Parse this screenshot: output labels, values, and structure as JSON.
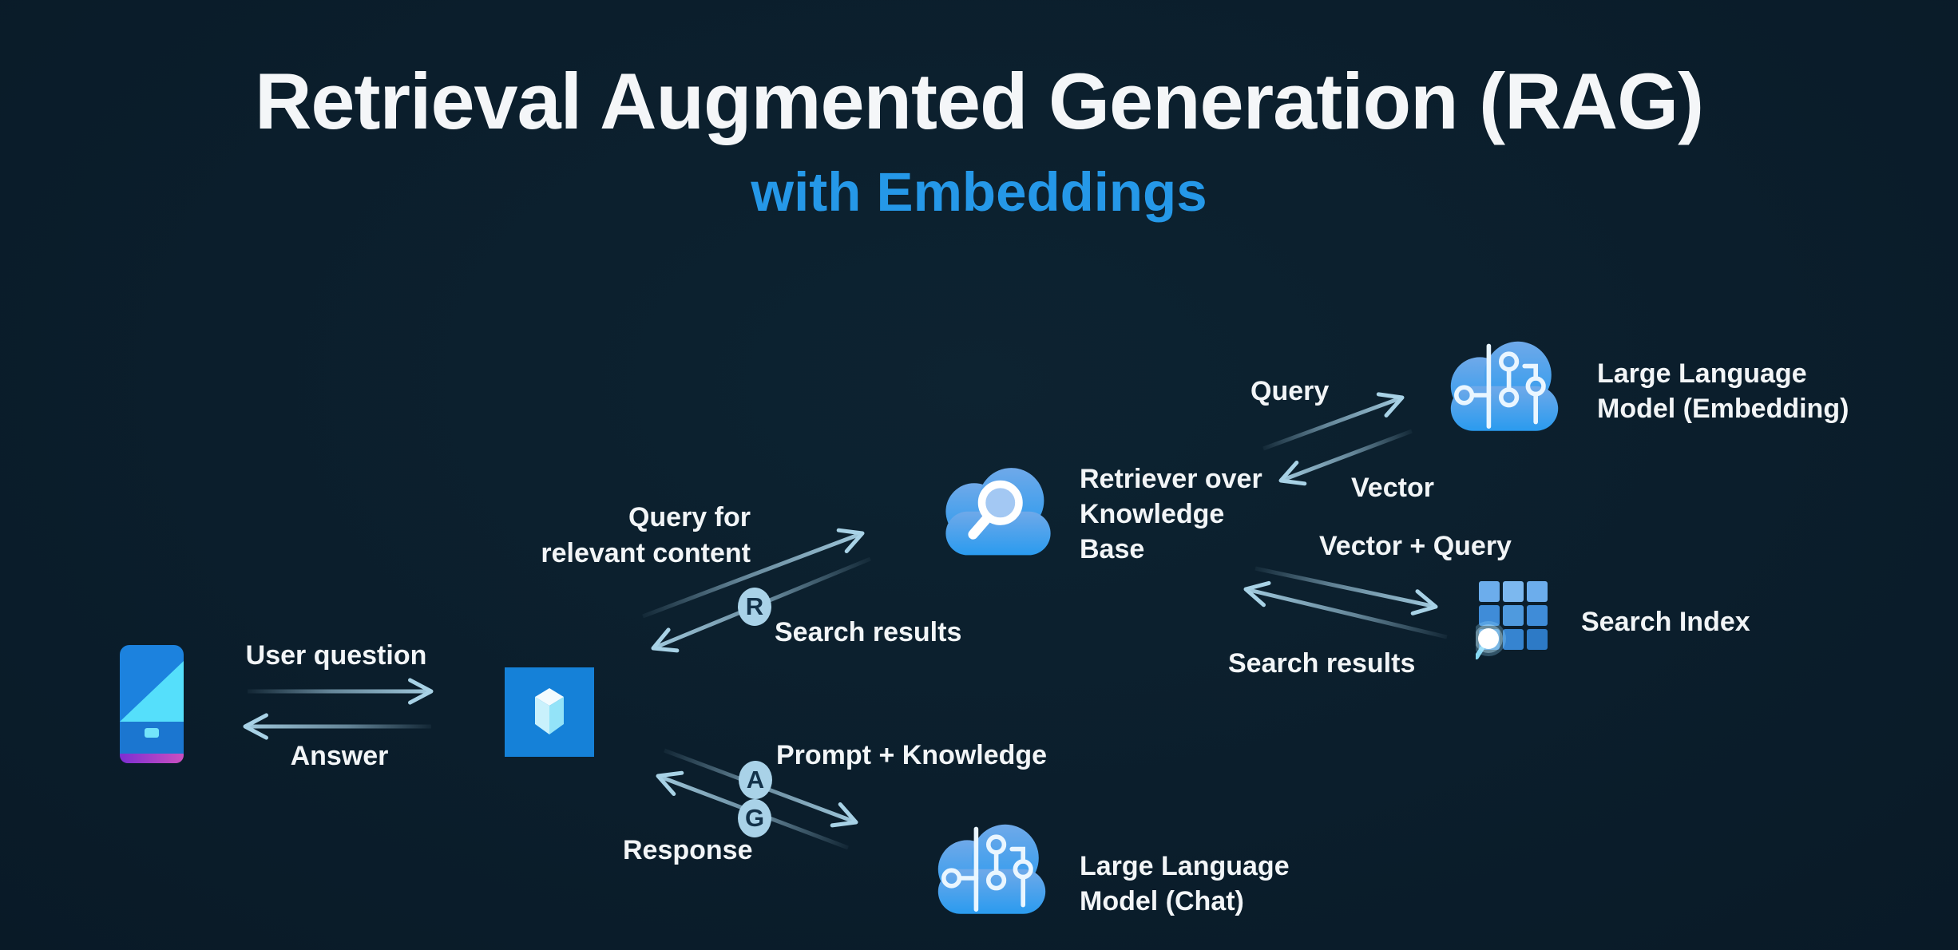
{
  "title": {
    "main": "Retrieval Augmented Generation (RAG)",
    "subtitle": "with Embeddings"
  },
  "colors": {
    "background": "#0b1e2c",
    "title_text": "#f4f6f8",
    "subtitle_blue": "#2598e8",
    "arrow_blue": "#9fc9df",
    "badge_fill": "#a9d2e8",
    "badge_text": "#13324a",
    "cloud_blue_top": "#6fa9e9",
    "cloud_blue_bottom": "#2a9bef"
  },
  "nodes": {
    "user_device": {
      "icon": "phone-icon"
    },
    "app": {
      "icon": "prism-app-icon"
    },
    "retriever": {
      "icon": "cloud-search-icon",
      "label_lines": [
        "Retriever over",
        "Knowledge",
        "Base"
      ]
    },
    "llm_embedding": {
      "icon": "cloud-circuit-icon",
      "label_lines": [
        "Large Language",
        "Model (Embedding)"
      ]
    },
    "search_index": {
      "icon": "search-index-icon",
      "label": "Search Index"
    },
    "llm_chat": {
      "icon": "cloud-circuit-icon",
      "label_lines": [
        "Large Language",
        "Model (Chat)"
      ]
    }
  },
  "edges": {
    "user_question": {
      "label": "User question"
    },
    "answer": {
      "label": "Answer"
    },
    "query_for_content": {
      "label_lines": [
        "Query for",
        "relevant content"
      ]
    },
    "search_results_left": {
      "label": "Search results",
      "badge": "R"
    },
    "query": {
      "label": "Query"
    },
    "vector": {
      "label": "Vector"
    },
    "vector_plus_query": {
      "label": "Vector + Query"
    },
    "search_results_right": {
      "label": "Search results"
    },
    "prompt_plus_knowledge": {
      "label": "Prompt + Knowledge",
      "badge": "A"
    },
    "response": {
      "label": "Response",
      "badge": "G"
    }
  }
}
